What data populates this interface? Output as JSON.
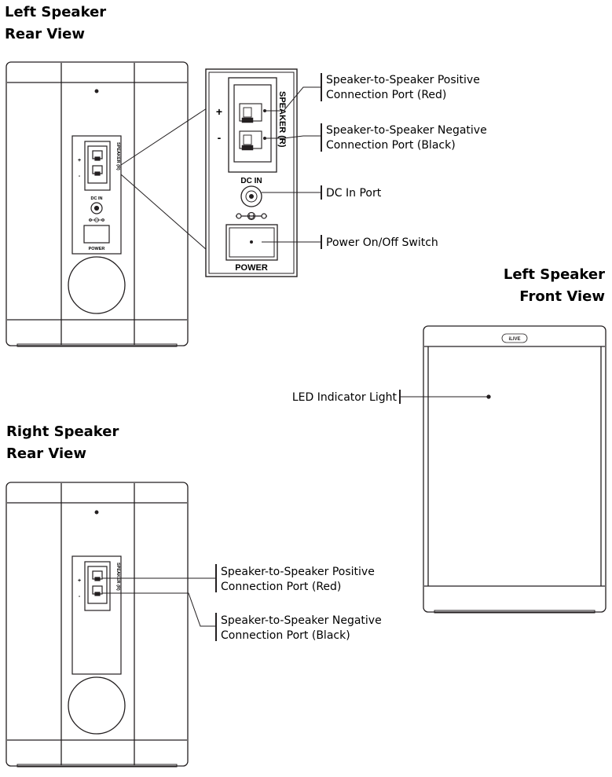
{
  "headings": {
    "left_rear": [
      "Left Speaker",
      "Rear View"
    ],
    "left_front": [
      "Left Speaker",
      "Front View"
    ],
    "right_rear": [
      "Right Speaker",
      "Rear View"
    ]
  },
  "panel_text": {
    "speaker_port": "SPEAKER (R)",
    "plus": "+",
    "minus": "-",
    "dc_in": "DC IN",
    "power": "POWER"
  },
  "brand": "iLIVE",
  "callouts": {
    "left_positive": [
      "Speaker-to-Speaker Positive",
      "Connection Port (Red)"
    ],
    "left_negative": [
      "Speaker-to-Speaker Negative",
      "Connection Port (Black)"
    ],
    "dc_in_port": "DC In Port",
    "power_switch": "Power On/Off Switch",
    "led_light": "LED Indicator Light",
    "right_positive": [
      "Speaker-to-Speaker Positive",
      "Connection Port (Red)"
    ],
    "right_negative": [
      "Speaker-to-Speaker Negative",
      "Connection Port (Black)"
    ]
  }
}
